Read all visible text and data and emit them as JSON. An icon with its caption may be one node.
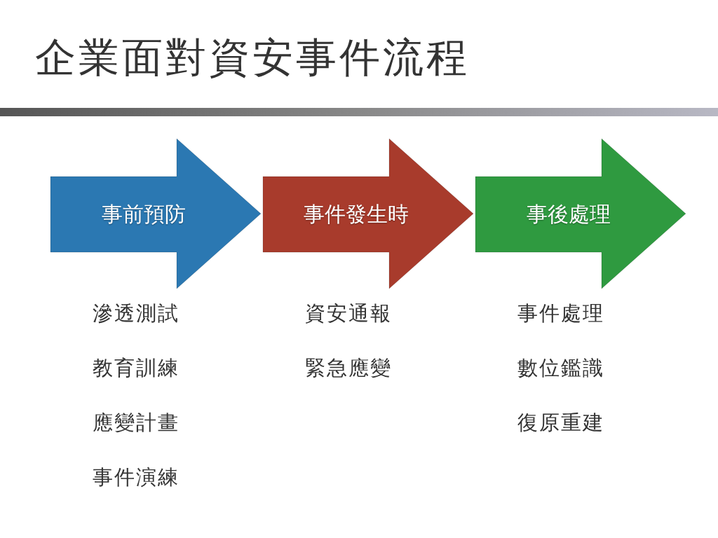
{
  "diagram": {
    "title": "企業面對資安事件流程",
    "nodes": [
      {
        "text": [
          "事前預防"
        ],
        "beside": [
          "滲透測試",
          "教育訓練",
          "應變計畫",
          "事件演練"
        ]
      },
      {
        "text": [
          "事件發生時"
        ],
        "beside": [
          "資安通報",
          "緊急應變"
        ]
      },
      {
        "text": [
          "事後處理"
        ],
        "beside": [
          "事件處理",
          "數位鑑識",
          "復原重建"
        ]
      }
    ],
    "edges": []
  }
}
